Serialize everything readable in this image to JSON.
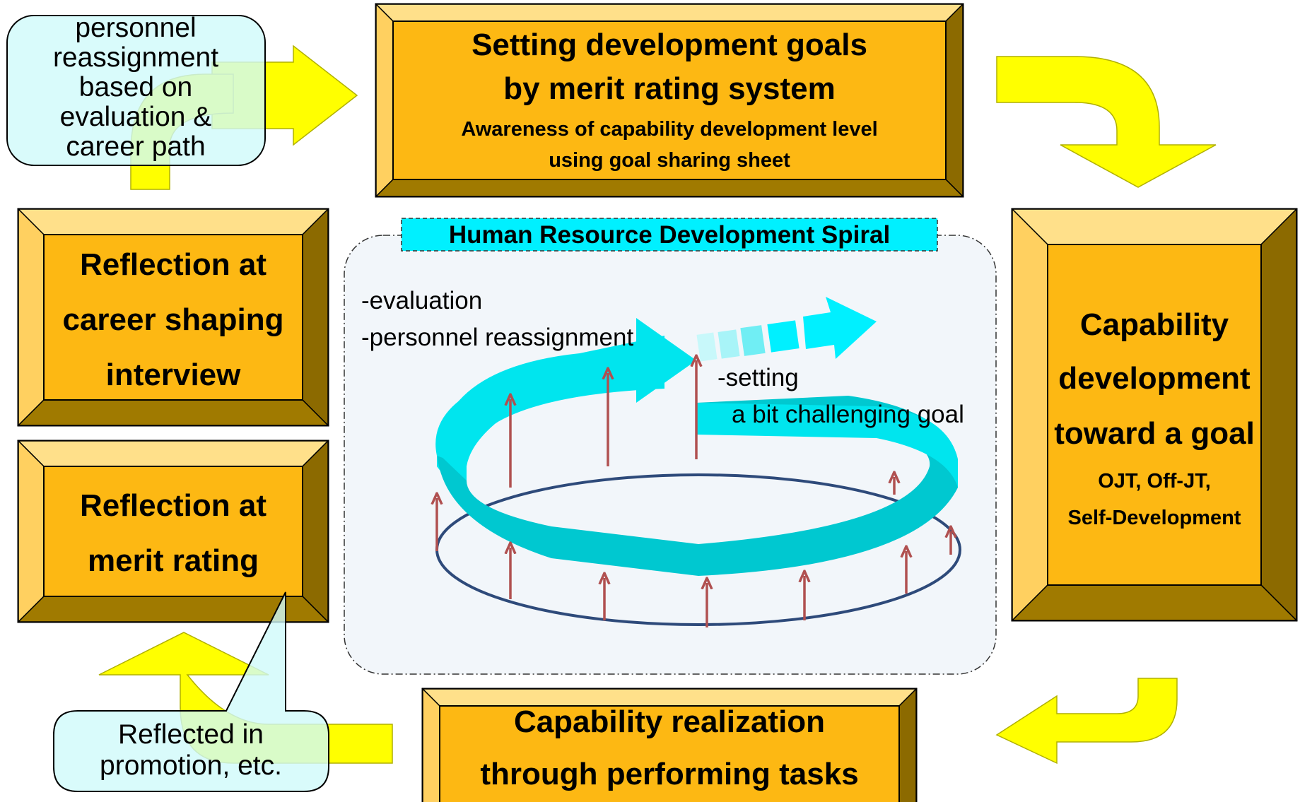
{
  "boxes": {
    "top": {
      "title_line1": "Setting development goals",
      "title_line2": "by merit rating system",
      "sub_line1": "Awareness of capability development level",
      "sub_line2": "using goal sharing sheet"
    },
    "right": {
      "line1": "Capability",
      "line2": "development",
      "line3": "toward a goal",
      "sub_line1": "OJT, Off-JT,",
      "sub_line2": "Self-Development"
    },
    "bottom": {
      "line1": "Capability realization",
      "line2": "through performing  tasks"
    },
    "left_top": {
      "line1": "Reflection at",
      "line2": "career shaping",
      "line3": "interview"
    },
    "left_bottom": {
      "line1": "Reflection at",
      "line2": "merit rating"
    }
  },
  "callouts": {
    "top_left": {
      "line1": "personnel",
      "line2": "reassignment",
      "line3": "based on",
      "line4": "evaluation &",
      "line5": "career path"
    },
    "bottom_left": {
      "line1": "Reflected in",
      "line2": "promotion, etc."
    }
  },
  "spiral": {
    "title": "Human Resource Development Spiral",
    "label_evaluation": "-evaluation",
    "label_reassignment": "-personnel reassignment",
    "label_setting": "-setting",
    "label_goal": "a bit challenging goal"
  },
  "colors": {
    "box_face": "#FDB813",
    "box_light": "#FFE08A",
    "box_dark": "#8C6A00",
    "arrow_yellow": "#FFFF00",
    "callout_fill": "#CFFAFA",
    "spiral_cyan": "#00E5EE",
    "spiral_dark": "#00C8D0",
    "ellipse_line": "#2E4A7A",
    "red_arrow": "#B05050"
  }
}
